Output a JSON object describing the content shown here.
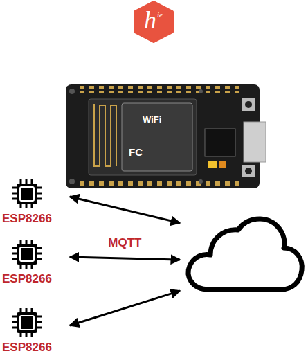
{
  "diagram": {
    "nodes": [
      {
        "text": [
          "ESP8266"
        ]
      },
      {
        "text": [
          "ESP8266"
        ]
      },
      {
        "text": [
          "ESP8266"
        ]
      },
      {
        "text": []
      }
    ],
    "edges": [
      {
        "from": 0,
        "to": 3,
        "arrow": "both"
      },
      {
        "from": 1,
        "to": 3,
        "label": "MQTT",
        "arrow": "both"
      },
      {
        "from": 2,
        "to": 3,
        "arrow": "both"
      }
    ],
    "labels": [
      "h",
      "ie",
      "WiFi",
      "FC"
    ]
  }
}
